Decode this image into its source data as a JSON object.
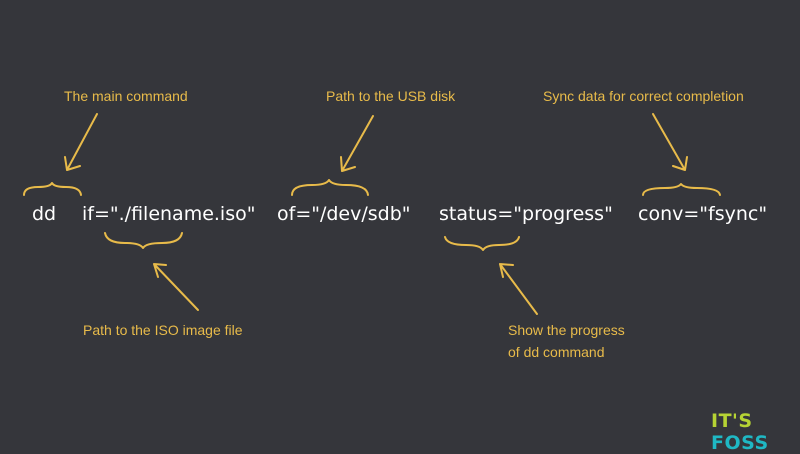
{
  "annotations": {
    "main_command": "The main command",
    "usb_disk": "Path to the USB disk",
    "sync": "Sync data for correct completion",
    "iso_file": "Path to the ISO image file",
    "progress_line1": "Show the progress",
    "progress_line2": "of dd command"
  },
  "command": {
    "dd": "dd",
    "if": "if=\"./filename.iso\"",
    "of": "of=\"/dev/sdb\"",
    "status": "status=\"progress\"",
    "conv": "conv=\"fsync\""
  },
  "logo": {
    "part1": "IT'S",
    "part2": "FOSS"
  },
  "colors": {
    "background": "#35363b",
    "annotation": "#e8bb4a",
    "command_text": "#ffffff",
    "logo_green": "#b6d334",
    "logo_teal": "#1fb8c4"
  }
}
